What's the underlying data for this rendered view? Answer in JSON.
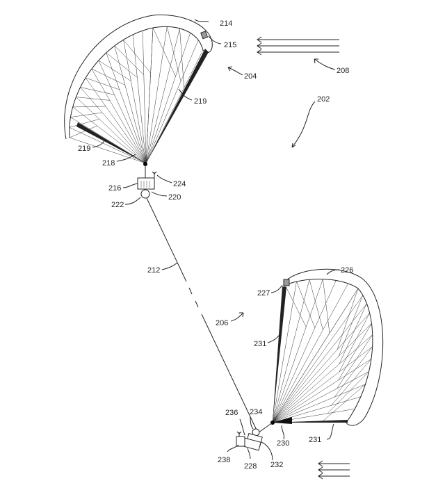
{
  "figure": {
    "labels": {
      "l202": "202",
      "l204": "204",
      "l206": "206",
      "l208": "208",
      "l212": "212",
      "l214": "214",
      "l215": "215",
      "l216": "216",
      "l218": "218",
      "l219a": "219",
      "l219b": "219",
      "l220": "220",
      "l222": "222",
      "l224": "224",
      "l226": "226",
      "l227": "227",
      "l228": "228",
      "l230": "230",
      "l231a": "231",
      "l231b": "231",
      "l232": "232",
      "l234": "234",
      "l236": "236",
      "l238": "238"
    }
  }
}
